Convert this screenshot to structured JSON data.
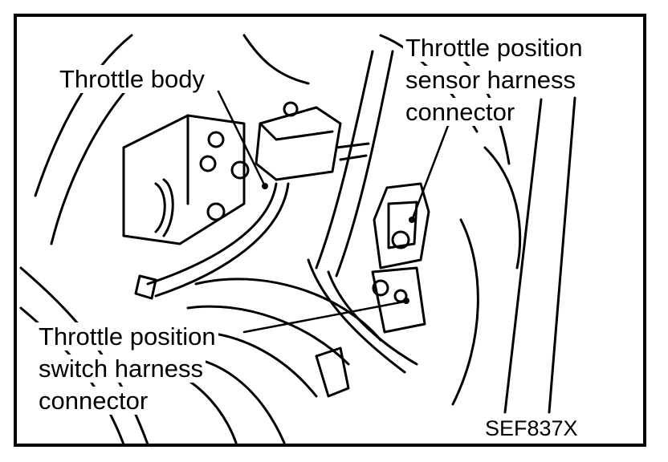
{
  "labels": {
    "throttle_body": "Throttle body",
    "tps_sensor": [
      "Throttle position",
      "sensor harness",
      "connector"
    ],
    "tps_switch": [
      "Throttle position",
      "switch harness",
      "connector"
    ]
  },
  "figure_code": "SEF837X",
  "colors": {
    "ink": "#000000",
    "paper": "#ffffff"
  }
}
